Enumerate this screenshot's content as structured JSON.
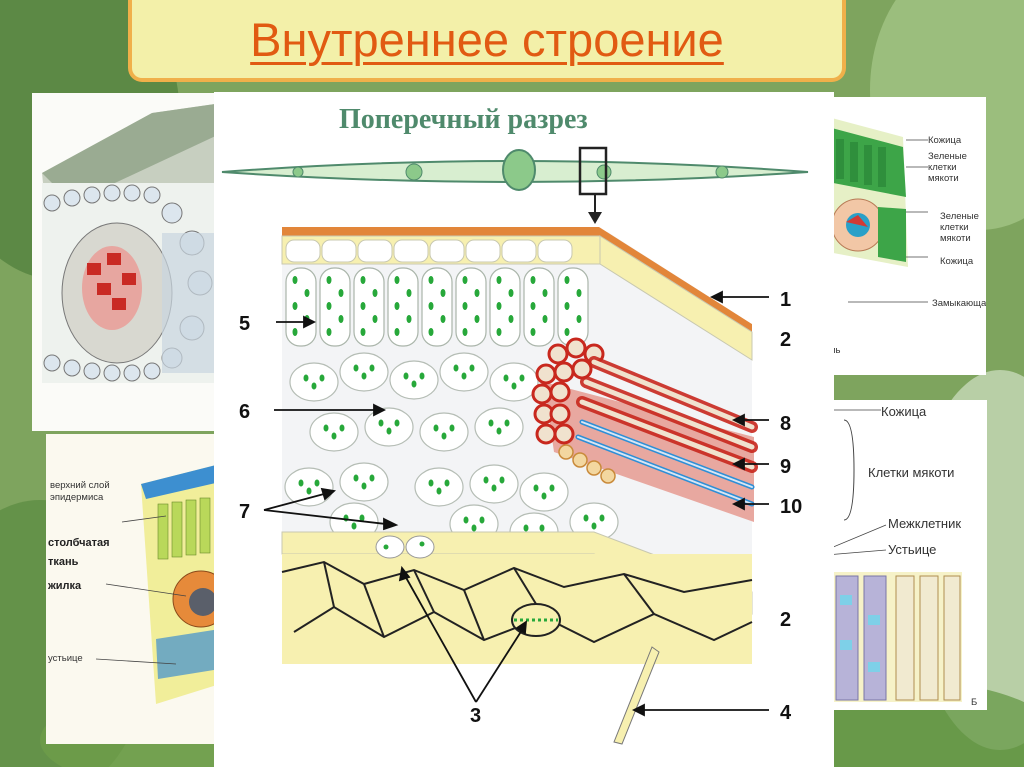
{
  "title": "Внутреннее строение",
  "main_diagram": {
    "heading": "Поперечный разрез",
    "labels": [
      "1",
      "2",
      "5",
      "6",
      "7",
      "8",
      "9",
      "10",
      "2",
      "3",
      "4"
    ]
  },
  "top_right_panel": {
    "labels": [
      "Кожица",
      "Зеленые клетки мякоти",
      "Зеленые клетки мякоти",
      "Кожица",
      "Замыкающая клетка"
    ],
    "partial_text": "ль"
  },
  "bottom_right_panel": {
    "labels": [
      "Кожица",
      "Клетки мякоти",
      "Межклетник",
      "Устьице"
    ],
    "corner_letter": "Б"
  },
  "bottom_left_panel": {
    "labels": [
      "верхний слой эпидермиса",
      "столбчатая ткань",
      "жилка",
      "устьице"
    ]
  },
  "colors": {
    "title_text": "#e15a12",
    "title_bg": "#f3f0a9",
    "title_border": "#f0b04a",
    "heading_text": "#4f8a6c",
    "epidermis": "#f7f0b0",
    "chloroplast": "#27a83a",
    "xylem": "#c8281e",
    "phloem": "#2e8fd6"
  }
}
